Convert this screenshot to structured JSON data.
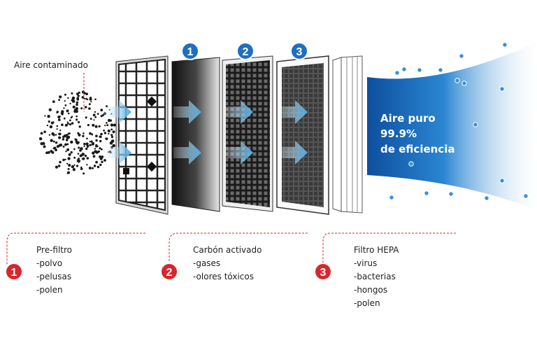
{
  "diagram": {
    "title": "Air purifier filtration stages",
    "input_label": "Aire contaminado",
    "output_label": [
      "Aire puro",
      "99.9%",
      "de eficiencia"
    ],
    "colors": {
      "accent_red": "#d7262d",
      "marker_blue": "#1e6fc0",
      "arrow_blue": "#5ab3e6",
      "stream_blue": "#1565b8",
      "dashed_line": "#d7262d"
    },
    "stages": [
      {
        "number": "1",
        "title": "Pre-filtro",
        "items": [
          "-polvo",
          "-pelusas",
          "-polen"
        ]
      },
      {
        "number": "2",
        "title": "Carbón activado",
        "items": [
          "-gases",
          "-olores tóxicos"
        ]
      },
      {
        "number": "3",
        "title": "Filtro HEPA",
        "items": [
          "-virus",
          "-bacterias",
          "-hongos",
          "-polen"
        ]
      }
    ]
  }
}
